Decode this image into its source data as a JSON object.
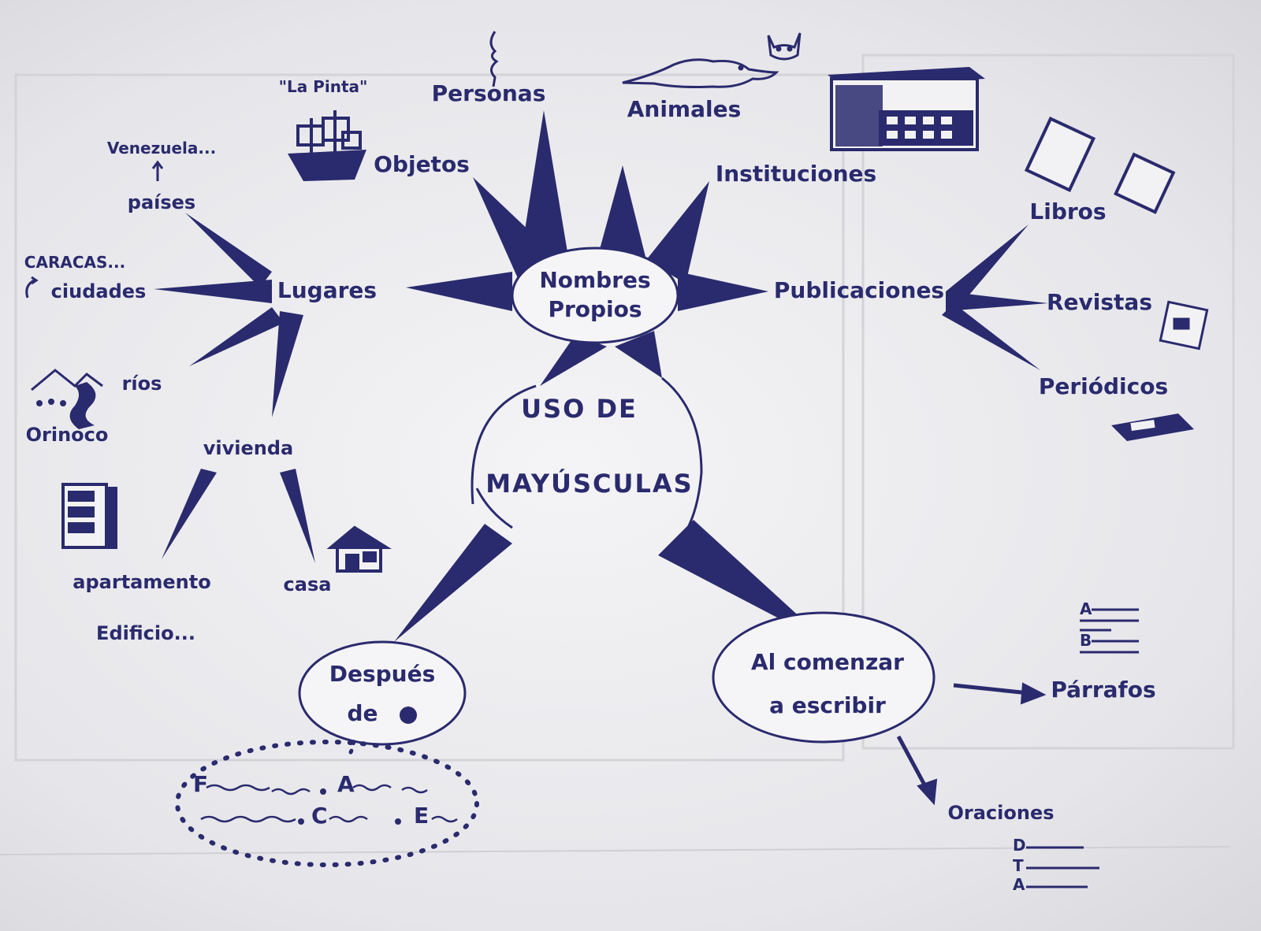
{
  "center": {
    "title_line1": "USO DE",
    "title_line2": "MAYÚSCULAS"
  },
  "nodes": {
    "nombres_line1": "Nombres",
    "nombres_line2": "Propios",
    "despues_line1": "Después",
    "despues_line2": "de",
    "comenzar_line1": "Al comenzar",
    "comenzar_line2": "a escribir"
  },
  "rays": {
    "personas": "Personas",
    "animales": "Animales",
    "instituciones": "Instituciones",
    "objetos": "Objetos",
    "la_pinta": "\"La Pinta\"",
    "publicaciones": "Publicaciones",
    "lugares": "Lugares"
  },
  "publicaciones": {
    "libros": "Libros",
    "revistas": "Revistas",
    "periodicos": "Periódicos"
  },
  "lugares": {
    "paises": "países",
    "venezuela": "Venezuela...",
    "ciudades": "ciudades",
    "caracas": "CARACAS...",
    "rios": "ríos",
    "orinoco": "Orinoco",
    "vivienda": "vivienda",
    "apartamento": "apartamento",
    "casa": "casa",
    "edificio": "Edificio..."
  },
  "escribir": {
    "parrafos": "Párrafos",
    "oraciones": "Oraciones"
  },
  "examples": {
    "sentence_letters": [
      "F",
      "A",
      "C",
      "E"
    ],
    "paragraph_letters": [
      "A",
      "B"
    ],
    "sentence_list_letters": [
      "D",
      "T",
      "A"
    ]
  },
  "colors": {
    "ink": "#2a2a6e",
    "paper": "#ececef"
  }
}
